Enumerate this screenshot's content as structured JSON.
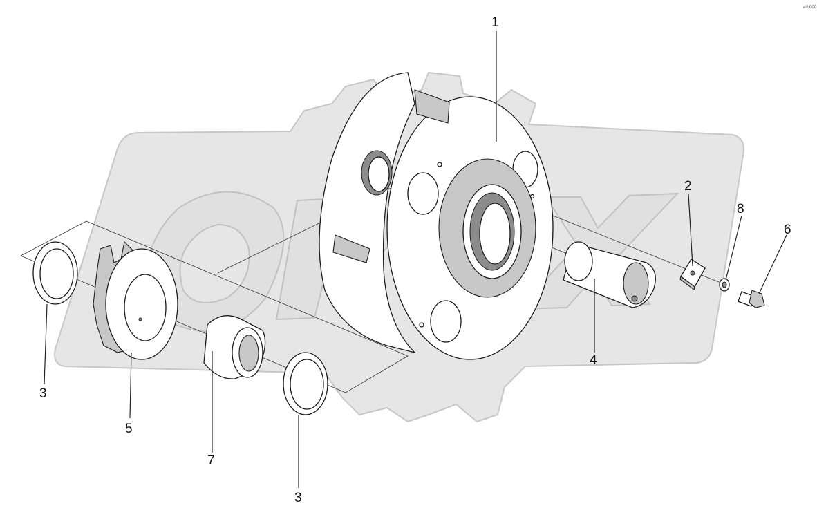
{
  "corner_code": "a²³ 000",
  "watermark": "OPEX",
  "callouts": [
    {
      "id": "c1",
      "text": "1"
    },
    {
      "id": "c2",
      "text": "2"
    },
    {
      "id": "c8",
      "text": "8"
    },
    {
      "id": "c6",
      "text": "6"
    },
    {
      "id": "c4",
      "text": "4"
    },
    {
      "id": "c3a",
      "text": "3"
    },
    {
      "id": "c5",
      "text": "5"
    },
    {
      "id": "c7",
      "text": "7"
    },
    {
      "id": "c3b",
      "text": "3"
    }
  ]
}
